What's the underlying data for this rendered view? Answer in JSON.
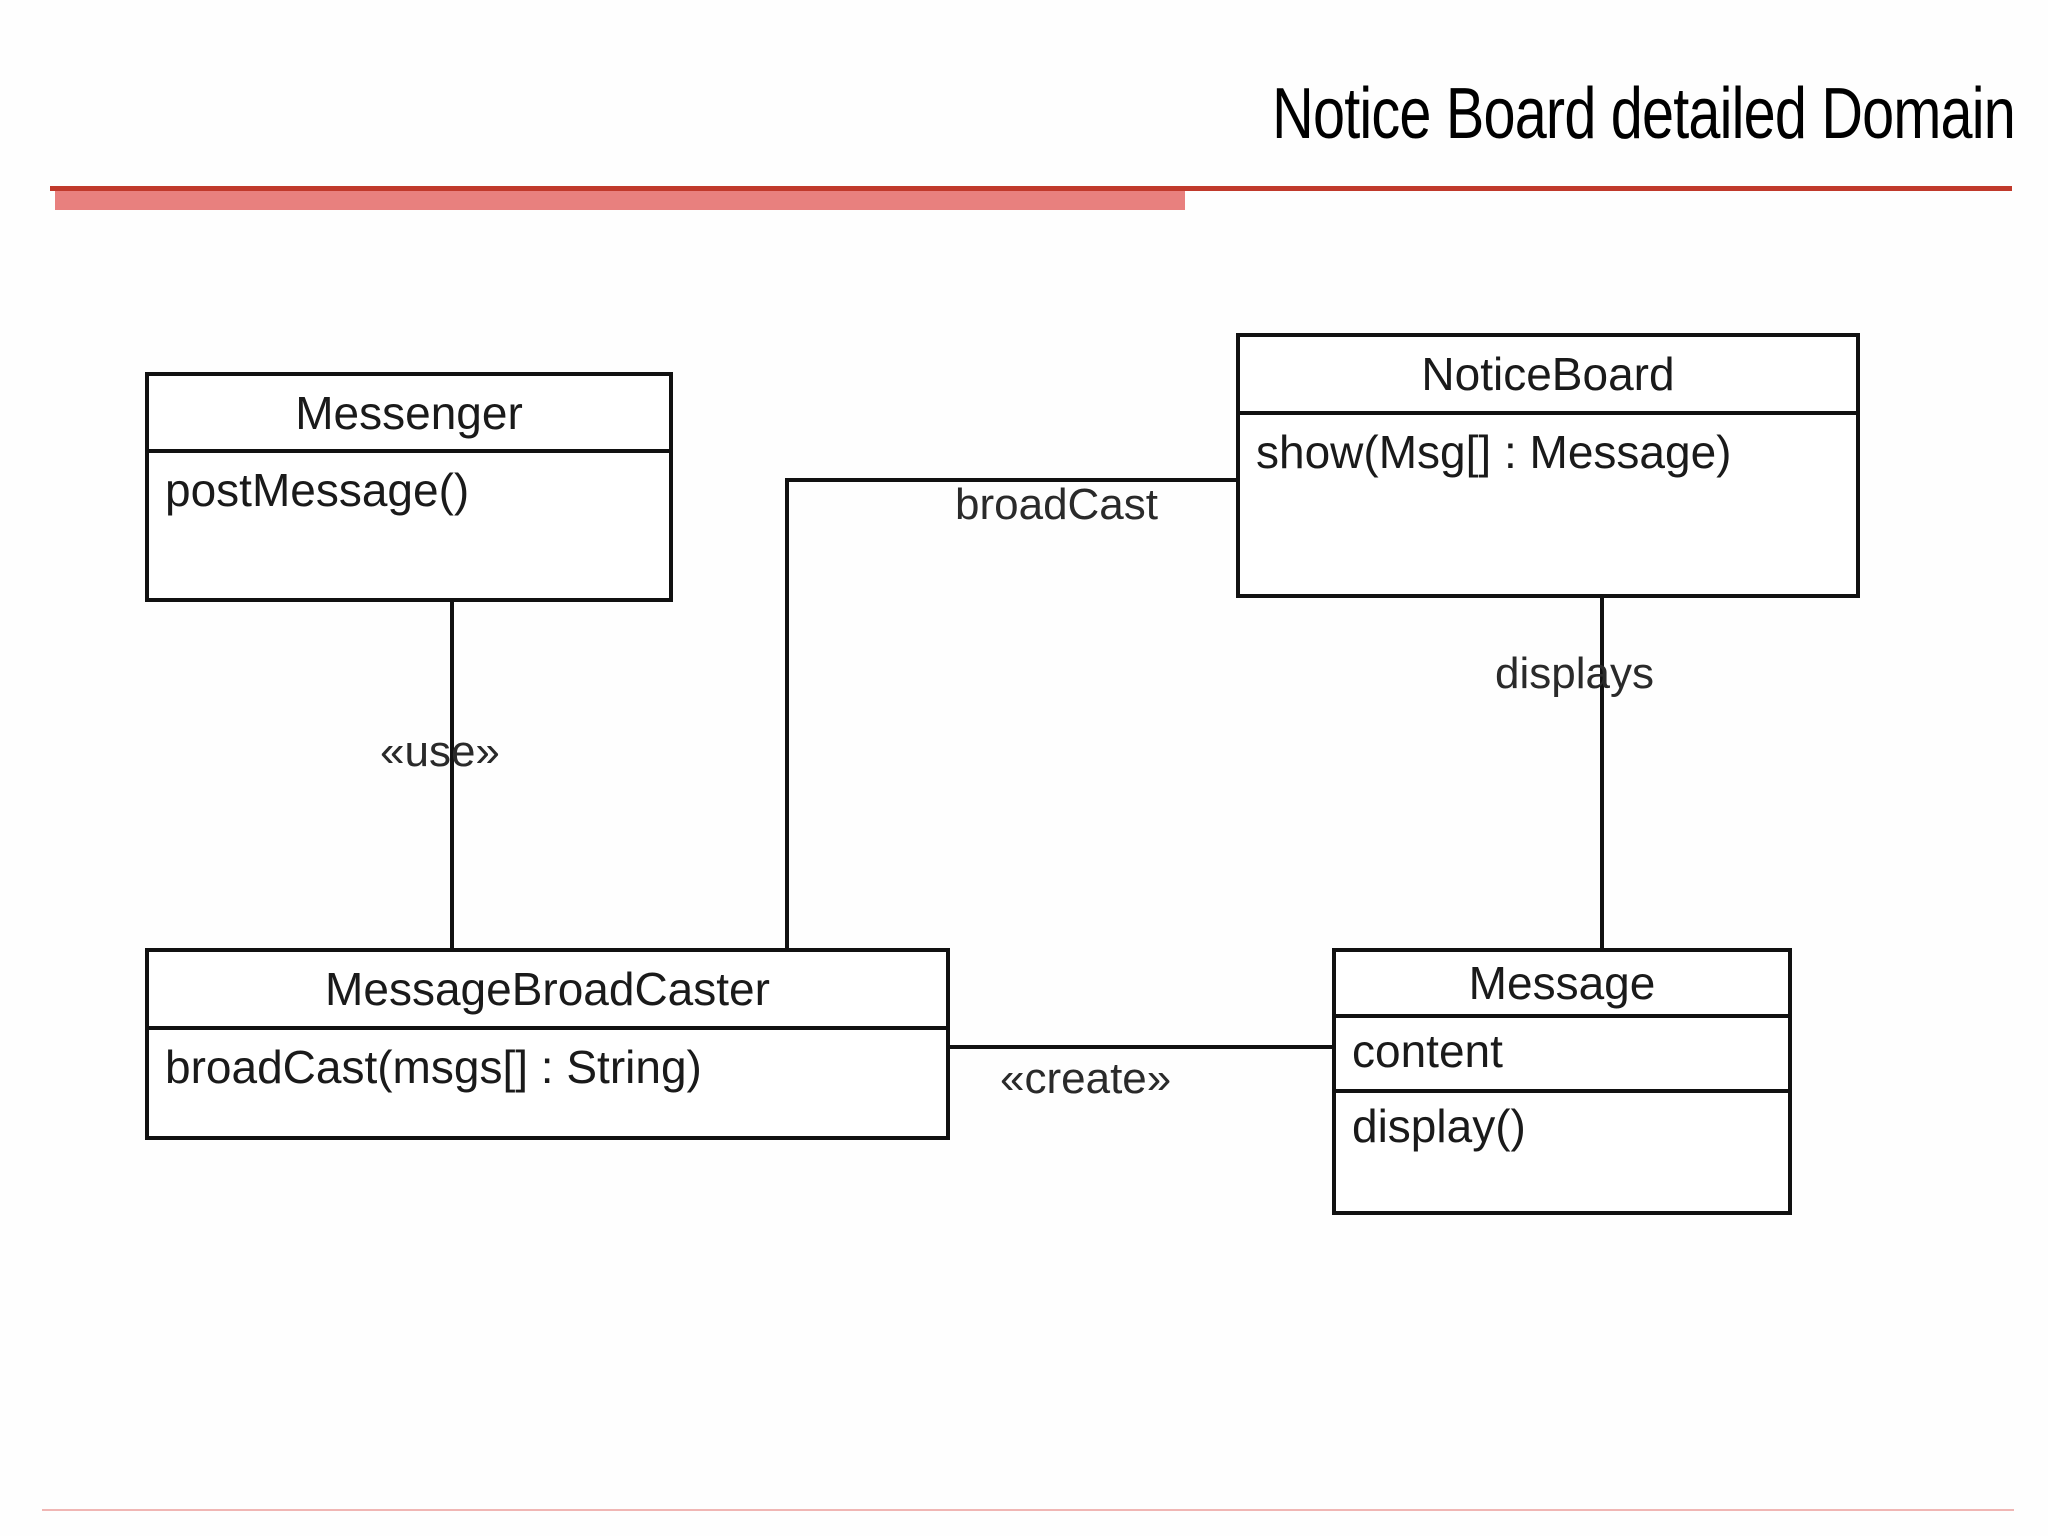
{
  "slide": {
    "title": "Notice Board detailed Domain",
    "accent_color_thin": "#c0392b",
    "accent_color_thick": "#e8807e",
    "footer_rule_color": "#f0b6b4"
  },
  "diagram": {
    "type": "uml-class-diagram",
    "classes": [
      {
        "id": "messenger",
        "name": "Messenger",
        "compartments": [
          {
            "kind": "name",
            "lines": [
              "Messenger"
            ]
          },
          {
            "kind": "operations",
            "lines": [
              "postMessage()"
            ]
          }
        ]
      },
      {
        "id": "noticeboard",
        "name": "NoticeBoard",
        "compartments": [
          {
            "kind": "name",
            "lines": [
              "NoticeBoard"
            ]
          },
          {
            "kind": "operations",
            "lines": [
              "show(Msg[] : Message)"
            ]
          }
        ]
      },
      {
        "id": "messagebroadcaster",
        "name": "MessageBroadCaster",
        "compartments": [
          {
            "kind": "name",
            "lines": [
              "MessageBroadCaster"
            ]
          },
          {
            "kind": "operations",
            "lines": [
              "broadCast(msgs[] : String)"
            ]
          }
        ]
      },
      {
        "id": "message",
        "name": "Message",
        "compartments": [
          {
            "kind": "name",
            "lines": [
              "Message"
            ]
          },
          {
            "kind": "attributes",
            "lines": [
              "content"
            ]
          },
          {
            "kind": "operations",
            "lines": [
              "display()"
            ]
          }
        ]
      }
    ],
    "relationships": [
      {
        "id": "use",
        "label": "«use»",
        "from": "messenger",
        "to": "messagebroadcaster"
      },
      {
        "id": "broadcast",
        "label": "broadCast",
        "from": "messagebroadcaster",
        "to": "noticeboard"
      },
      {
        "id": "displays",
        "label": "displays",
        "from": "noticeboard",
        "to": "message"
      },
      {
        "id": "create",
        "label": "«create»",
        "from": "messagebroadcaster",
        "to": "message"
      }
    ]
  }
}
